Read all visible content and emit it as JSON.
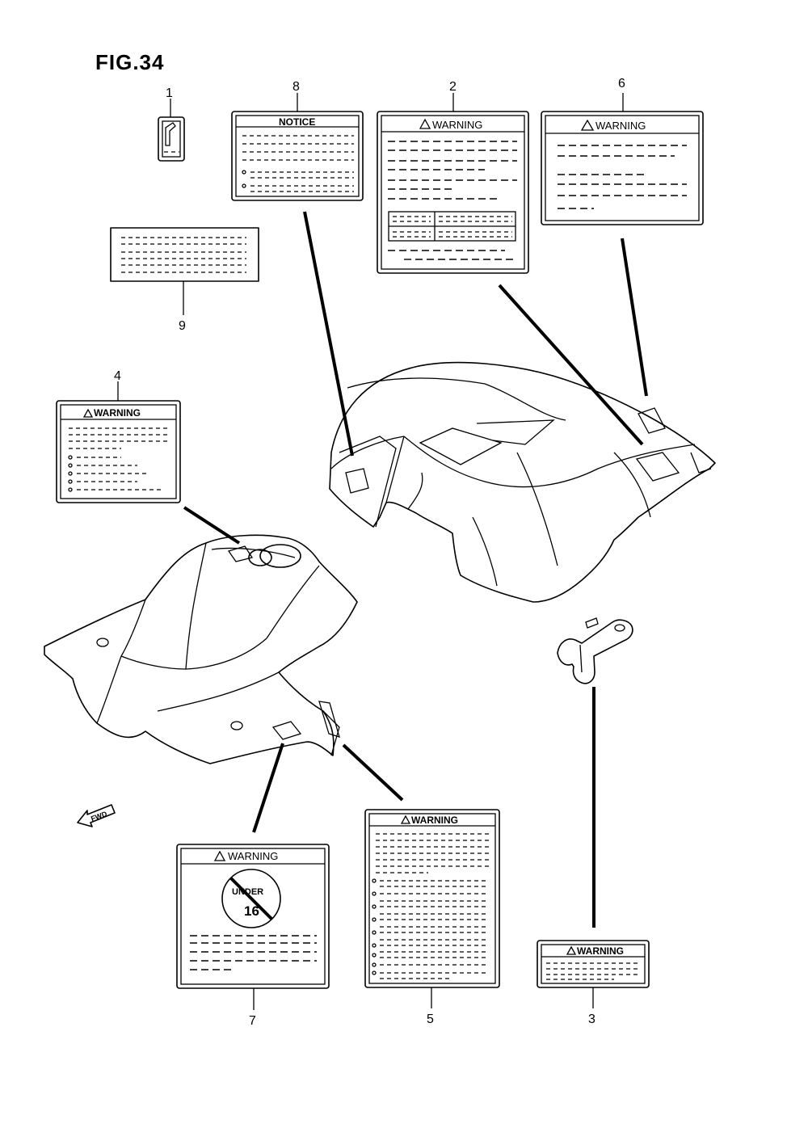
{
  "figure": {
    "title": "FIG.34"
  },
  "callouts": [
    "1",
    "2",
    "3",
    "4",
    "5",
    "6",
    "7",
    "8",
    "9"
  ],
  "labels": {
    "notice_header": "NOTICE",
    "warning_header": "WARNING",
    "under_text": "UNDER",
    "age_text": "16"
  },
  "fwd_arrow": {
    "text": "FWD"
  }
}
